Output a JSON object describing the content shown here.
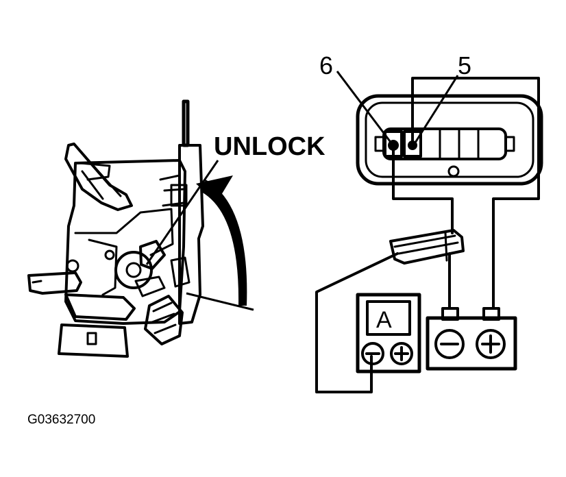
{
  "labels": {
    "action": "UNLOCK",
    "pin_left": "6",
    "pin_right": "5",
    "meter": "A",
    "figure_code": "G03632700"
  },
  "colors": {
    "ink": "#000000",
    "paper": "#ffffff"
  }
}
